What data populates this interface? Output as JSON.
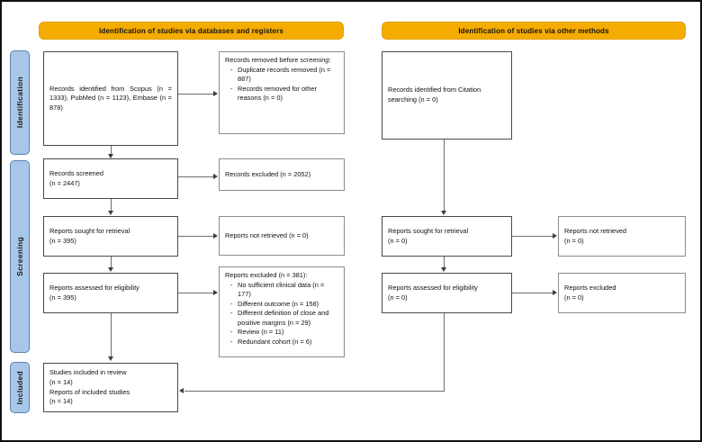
{
  "diagram": {
    "type": "prisma-flow-diagram",
    "stage_labels": [
      {
        "id": "identification",
        "label": "Identification"
      },
      {
        "id": "screening",
        "label": "Screening"
      },
      {
        "id": "included",
        "label": "Included"
      }
    ],
    "section_headers": [
      {
        "id": "databases-registers",
        "label": "Identification of studies via databases and registers"
      },
      {
        "id": "other-methods",
        "label": "Identification of studies via other methods"
      }
    ],
    "left_column": {
      "records_identified": "Records  identified  from  Scopus (n = 1333), PubMed (n = 1123), Embase (n = 878)",
      "records_screened": "Records screened\n(n = 2447)",
      "reports_sought": "Reports sought for retrieval\n(n = 395)",
      "reports_assessed": "Reports assessed for eligibility\n(n = 395)",
      "studies_included": "Studies included in review\n(n = 14)\nReports of included studies\n(n = 14)"
    },
    "left_exclusions": {
      "records_removed_title": "Records removed before",
      "records_removed_title_italic": "screening",
      "records_removed_title_suffix": ":",
      "records_removed_items": [
        "Duplicate records removed (n = 887)",
        "Records removed for other reasons (n = 0)"
      ],
      "records_excluded": "Records excluded (n = 2052)",
      "reports_not_retrieved": "Reports not retrieved (n = 0)",
      "reports_excluded_title": "Reports excluded (n = 381):",
      "reports_excluded_items": [
        "No sufficient clinical data (n = 177)",
        "Different outcome (n = 158)",
        "Different definition of close and positive margins (n = 29)",
        "Review (n = 11)",
        "Redundant cohort (n = 6)"
      ]
    },
    "right_column": {
      "records_identified_citation": "Records identified from Citation searching (n = 0)",
      "reports_sought": "Reports sought for retrieval\n(n = 0)",
      "reports_assessed": "Reports assessed for eligibility\n(n = 0)"
    },
    "right_exclusions": {
      "reports_not_retrieved": "Reports not retrieved\n(n = 0)",
      "reports_excluded": "Reports excluded\n(n = 0)"
    },
    "colors": {
      "header_orange": "#f5ac00",
      "stage_blue": "#a8c7e8",
      "stage_blue_border": "#5b84b1",
      "box_border_strong": "#4a4a4a",
      "box_border_light": "#8c8c8c",
      "connector": "#6e6e6e",
      "text": "#111111",
      "frame": "#111111"
    }
  }
}
